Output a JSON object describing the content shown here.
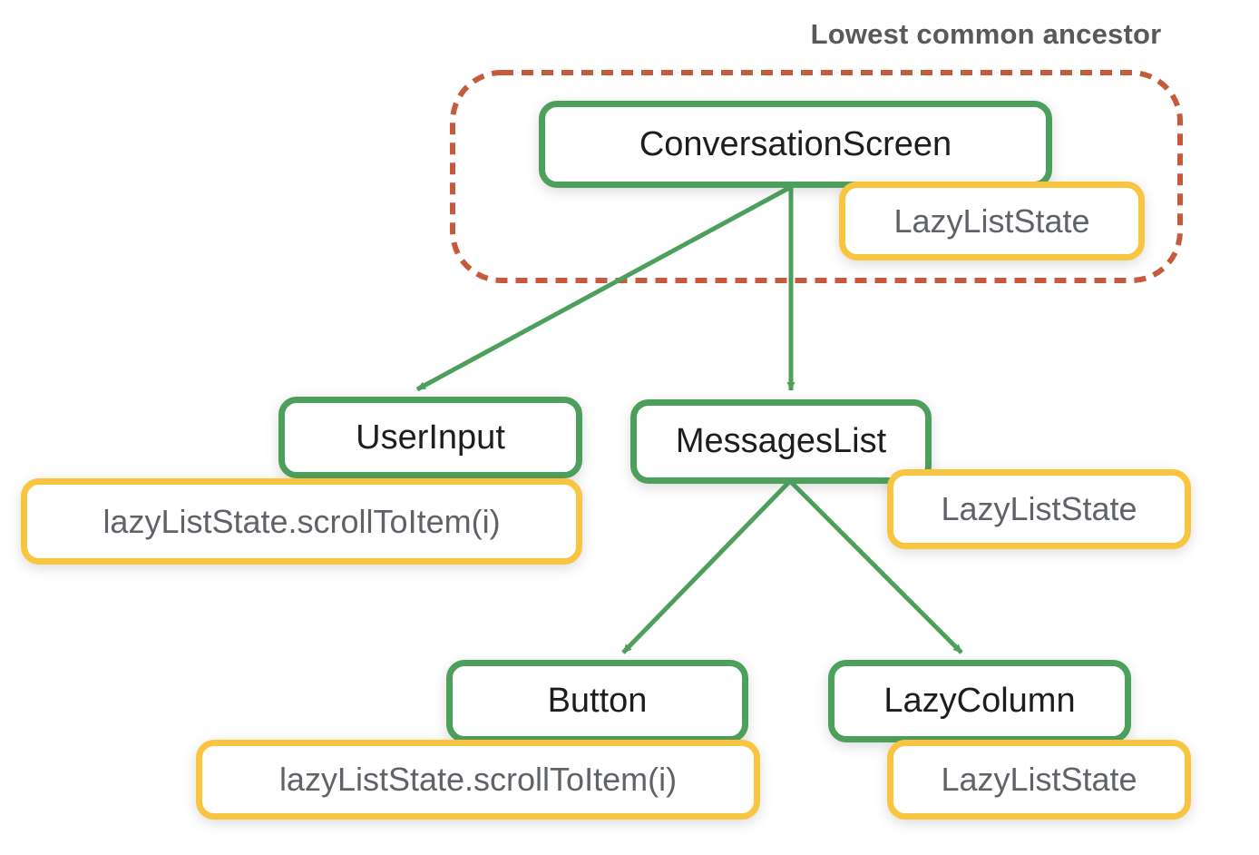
{
  "annotation": {
    "label": "Lowest common ancestor"
  },
  "colors": {
    "node_border_green": "#4da05c",
    "state_border_yellow": "#f9c440",
    "ancestor_outline_orange": "#c65a3c",
    "node_text": "#1d1d1f",
    "state_text": "#5f6368",
    "annotation_text": "#58595b",
    "arrow_green": "#4da05c",
    "background": "#ffffff"
  },
  "nodes": {
    "conversation_screen": {
      "label": "ConversationScreen"
    },
    "user_input": {
      "label": "UserInput"
    },
    "messages_list": {
      "label": "MessagesList"
    },
    "button": {
      "label": "Button"
    },
    "lazy_column": {
      "label": "LazyColumn"
    }
  },
  "badges": {
    "conversation_state": {
      "label": "LazyListState"
    },
    "user_input_call": {
      "label": "lazyListState.scrollToItem(i)"
    },
    "messages_state": {
      "label": "LazyListState"
    },
    "button_call": {
      "label": "lazyListState.scrollToItem(i)"
    },
    "lazy_column_state": {
      "label": "LazyListState"
    }
  },
  "edges": [
    {
      "from": "ConversationScreen",
      "to": "UserInput"
    },
    {
      "from": "ConversationScreen",
      "to": "MessagesList"
    },
    {
      "from": "MessagesList",
      "to": "Button"
    },
    {
      "from": "MessagesList",
      "to": "LazyColumn"
    }
  ],
  "ancestor_region": {
    "style": "dashed-rounded-rectangle",
    "contains": [
      "ConversationScreen",
      "LazyListState"
    ]
  }
}
